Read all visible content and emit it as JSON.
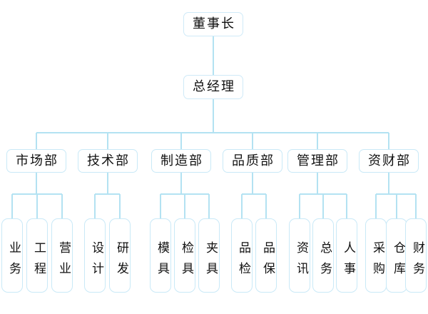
{
  "chart": {
    "type": "org-chart",
    "title": "",
    "levels": 4,
    "colors": {
      "box_border": "#c9e9f7",
      "connector": "#b3e2f2",
      "text": "#111111",
      "background": "#ffffff"
    },
    "root": {
      "label": "董事长"
    },
    "manager": {
      "label": "总经理"
    },
    "departments": [
      {
        "label": "市场部",
        "units": [
          "业务",
          "工程",
          "营业"
        ]
      },
      {
        "label": "技术部",
        "units": [
          "设计",
          "研发"
        ]
      },
      {
        "label": "制造部",
        "units": [
          "模具",
          "检具",
          "夹具"
        ]
      },
      {
        "label": "品质部",
        "units": [
          "品检",
          "品保"
        ]
      },
      {
        "label": "管理部",
        "units": [
          "资讯",
          "总务",
          "人事"
        ]
      },
      {
        "label": "资财部",
        "units": [
          "采购",
          "仓库",
          "财务"
        ]
      }
    ],
    "units_flat": [
      "业务",
      "工程",
      "营业",
      "设计",
      "研发",
      "模具",
      "检具",
      "夹具",
      "品检",
      "品保",
      "资讯",
      "总务",
      "人事",
      "采购",
      "仓库",
      "财务"
    ]
  }
}
